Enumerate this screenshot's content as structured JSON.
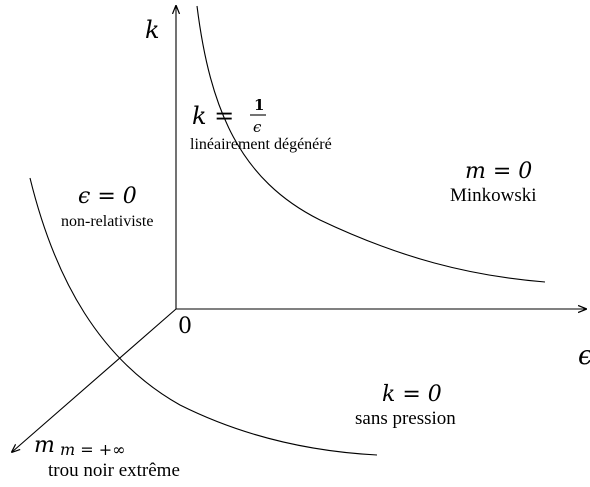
{
  "axes": {
    "k_label": "k",
    "epsilon_label": "ϵ",
    "m_label": "m",
    "origin_label": "0"
  },
  "regions": {
    "hyperbola": {
      "formula_lhs": "k =",
      "formula_num": "1",
      "formula_den": "ϵ",
      "name": "linéairement dégénéré"
    },
    "minkowski": {
      "formula": "m = 0",
      "name": "Minkowski"
    },
    "nonrelativistic": {
      "formula": "ϵ = 0",
      "name": "non-relativiste"
    },
    "pressureless": {
      "formula": "k = 0",
      "name": "sans pression"
    },
    "extreme_black_hole": {
      "formula": "m = +∞",
      "name": "trou noir extrême"
    }
  }
}
